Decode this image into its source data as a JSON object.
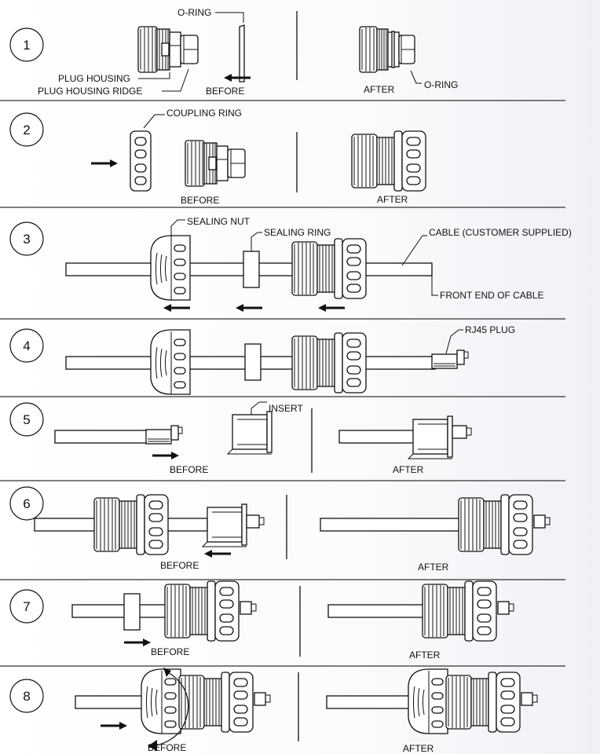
{
  "steps": [
    {
      "number": "1",
      "labels": [
        "O-RING",
        "PLUG HOUSING",
        "PLUG HOUSING RIDGE",
        "BEFORE",
        "AFTER",
        "O-RING"
      ]
    },
    {
      "number": "2",
      "labels": [
        "COUPLING RING",
        "BEFORE",
        "AFTER"
      ]
    },
    {
      "number": "3",
      "labels": [
        "SEALING NUT",
        "SEALING RING",
        "CABLE (CUSTOMER SUPPLIED)",
        "FRONT END OF CABLE"
      ]
    },
    {
      "number": "4",
      "labels": [
        "RJ45 PLUG"
      ]
    },
    {
      "number": "5",
      "labels": [
        "INSERT",
        "BEFORE",
        "AFTER"
      ]
    },
    {
      "number": "6",
      "labels": [
        "BEFORE",
        "AFTER"
      ]
    },
    {
      "number": "7",
      "labels": [
        "BEFORE",
        "AFTER"
      ]
    },
    {
      "number": "8",
      "labels": [
        "BEFORE",
        "AFTER"
      ]
    }
  ],
  "colors": {
    "line": "#111111",
    "background": "#ffffff",
    "background_edge": "#f0f0f6"
  }
}
